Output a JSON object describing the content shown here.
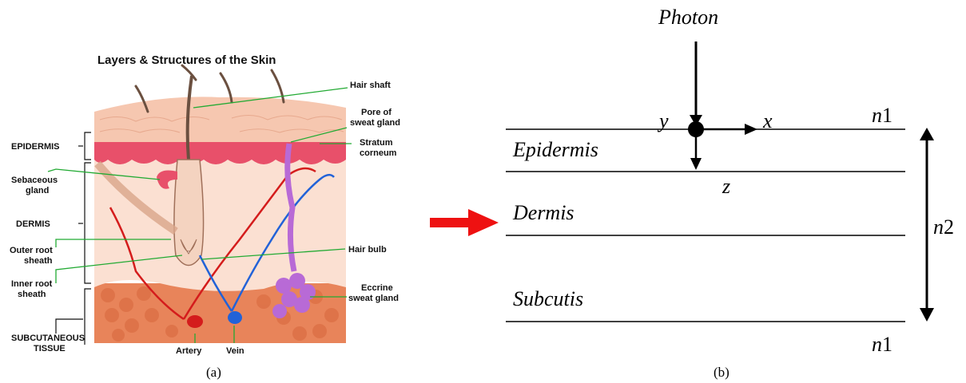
{
  "panel_a": {
    "title": "Layers & Structures of the Skin",
    "left_labels": {
      "epidermis": "EPIDERMIS",
      "sebaceous_1": "Sebaceous",
      "sebaceous_2": "gland",
      "dermis": "DERMIS",
      "outer_root_1": "Outer root",
      "outer_root_2": "sheath",
      "inner_root_1": "Inner root",
      "inner_root_2": "sheath",
      "subcutaneous_1": "SUBCUTANEOUS",
      "subcutaneous_2": "TISSUE"
    },
    "right_labels": {
      "hair_shaft": "Hair shaft",
      "pore_1": "Pore of",
      "pore_2": "sweat gland",
      "stratum_1": "Stratum",
      "stratum_2": "corneum",
      "hair_bulb": "Hair bulb",
      "eccrine_1": "Eccrine",
      "eccrine_2": "sweat gland"
    },
    "bottom_labels": {
      "artery": "Artery",
      "vein": "Vein"
    },
    "caption": "(a)"
  },
  "panel_b": {
    "photon": "Photon",
    "axis_x": "x",
    "axis_y": "y",
    "axis_z": "z",
    "layers": [
      "Epidermis",
      "Dermis",
      "Subcutis"
    ],
    "n1_top_prefix": "n",
    "n1_top_suffix": "1",
    "n2_prefix": "n",
    "n2_suffix": "2",
    "n1_bottom_prefix": "n",
    "n1_bottom_suffix": "1",
    "caption": "(b)"
  },
  "colors": {
    "arrow": "#ee1111",
    "skin_top": "#f6c7b0",
    "epidermis_band": "#e8506a",
    "dermis": "#fbe0d2",
    "subcutaneous": "#e8845a",
    "artery": "#d41c1c",
    "vein": "#2262d8",
    "gland": "#b86ad6",
    "leader": "#22aa33"
  }
}
